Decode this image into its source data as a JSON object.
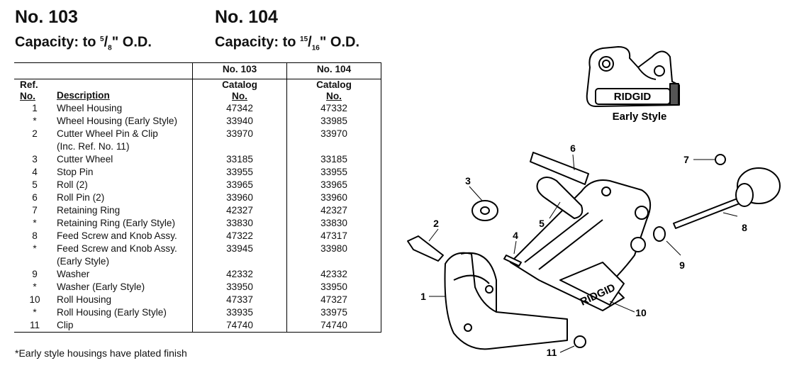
{
  "models": [
    {
      "number": "No. 103",
      "capacity_prefix": "Capacity: to ",
      "frac_num": "5",
      "frac_den": "8",
      "capacity_suffix": "\" O.D."
    },
    {
      "number": "No. 104",
      "capacity_prefix": "Capacity: to ",
      "frac_num": "15",
      "frac_den": "16",
      "capacity_suffix": "\" O.D."
    }
  ],
  "table": {
    "model_headers": [
      "No. 103",
      "No. 104"
    ],
    "ref_header_line1": "Ref.",
    "ref_header_line2": "No.",
    "desc_header": "Description",
    "catalog_line1": "Catalog",
    "catalog_line2": "No.",
    "rows": [
      {
        "ref": "1",
        "desc": "Wheel Housing",
        "a": "47342",
        "b": "47332"
      },
      {
        "ref": "*",
        "desc": "Wheel Housing (Early Style)",
        "a": "33940",
        "b": "33985"
      },
      {
        "ref": "2",
        "desc": "Cutter Wheel Pin & Clip",
        "a": "33970",
        "b": "33970"
      },
      {
        "ref": "",
        "desc": "(Inc. Ref. No. 11)",
        "a": "",
        "b": ""
      },
      {
        "ref": "3",
        "desc": "Cutter Wheel",
        "a": "33185",
        "b": "33185"
      },
      {
        "ref": "4",
        "desc": "Stop Pin",
        "a": "33955",
        "b": "33955"
      },
      {
        "ref": "5",
        "desc": "Roll (2)",
        "a": "33965",
        "b": "33965"
      },
      {
        "ref": "6",
        "desc": "Roll Pin (2)",
        "a": "33960",
        "b": "33960"
      },
      {
        "ref": "7",
        "desc": "Retaining Ring",
        "a": "42327",
        "b": "42327"
      },
      {
        "ref": "*",
        "desc": "Retaining Ring (Early Style)",
        "a": "33830",
        "b": "33830"
      },
      {
        "ref": "8",
        "desc": "Feed Screw and Knob Assy.",
        "a": "47322",
        "b": "47317"
      },
      {
        "ref": "*",
        "desc": "Feed Screw and Knob Assy.",
        "a": "33945",
        "b": "33980"
      },
      {
        "ref": "",
        "desc": "(Early Style)",
        "a": "",
        "b": ""
      },
      {
        "ref": "9",
        "desc": "Washer",
        "a": "42332",
        "b": "42332"
      },
      {
        "ref": "*",
        "desc": "Washer (Early Style)",
        "a": "33950",
        "b": "33950"
      },
      {
        "ref": "10",
        "desc": "Roll Housing",
        "a": "47337",
        "b": "47327"
      },
      {
        "ref": "*",
        "desc": "Roll Housing (Early Style)",
        "a": "33935",
        "b": "33975"
      },
      {
        "ref": "11",
        "desc": "Clip",
        "a": "74740",
        "b": "74740"
      }
    ]
  },
  "footnote": "*Early style housings have plated finish",
  "diagram": {
    "early_style_caption": "Early Style",
    "brand_text": "RIDGID",
    "callouts": [
      "1",
      "2",
      "3",
      "4",
      "5",
      "6",
      "7",
      "8",
      "9",
      "10",
      "11"
    ]
  }
}
